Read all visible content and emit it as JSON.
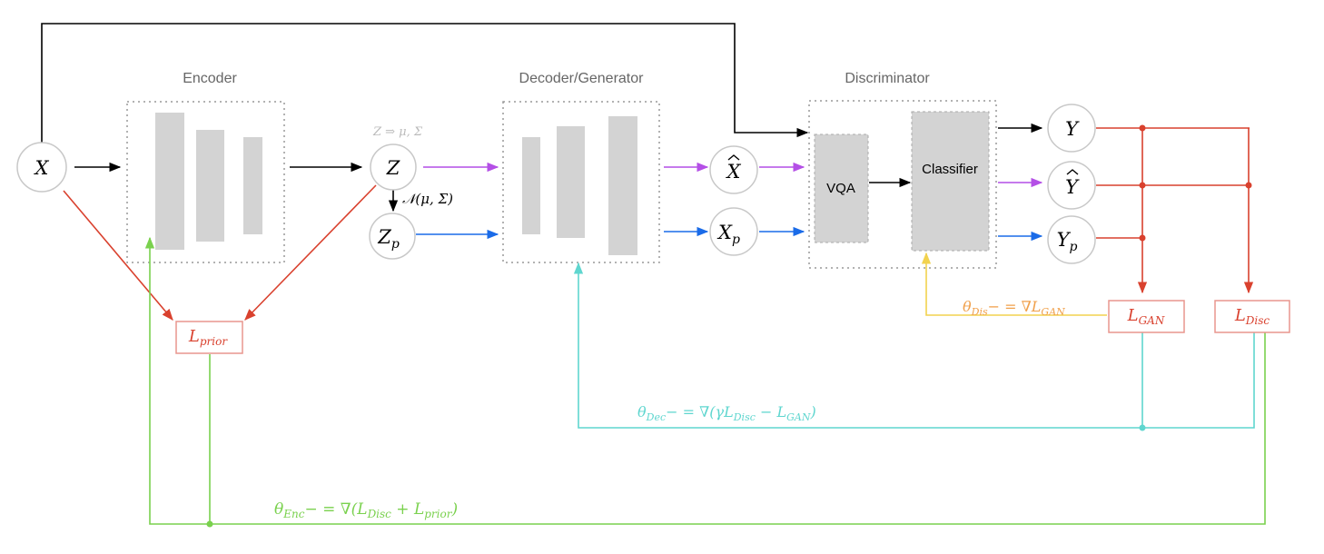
{
  "sections": {
    "encoder": "Encoder",
    "decoder": "Decoder/Generator",
    "discriminator": "Discriminator"
  },
  "nodes": {
    "x": "X",
    "z": "Z",
    "zp_main": "Z",
    "zp_sub": "p",
    "xhat": "X",
    "xp_main": "X",
    "xp_sub": "p",
    "y": "Y",
    "yhat": "Y",
    "yp_main": "Y",
    "yp_sub": "p"
  },
  "annotations": {
    "z_map": "Z ⇒ μ, Σ",
    "sampling": "𝒩(μ, Σ)"
  },
  "blocks": {
    "vqa": "VQA",
    "classifier": "Classifier"
  },
  "losses": {
    "prior_main": "L",
    "prior_sub": "prior",
    "gan_main": "L",
    "gan_sub": "GAN",
    "disc_main": "L",
    "disc_sub": "Disc"
  },
  "updates": {
    "dis": {
      "theta": "θ",
      "sub": "Dis",
      "rest": "− = ∇L",
      "loss_sub": "GAN"
    },
    "dec": {
      "theta": "θ",
      "sub": "Dec",
      "rest_a": "− = ∇(γL",
      "sub_a": "Disc",
      "rest_b": " − L",
      "sub_b": "GAN",
      "rest_c": ")"
    },
    "enc": {
      "theta": "θ",
      "sub": "Enc",
      "rest_a": "− = ∇(L",
      "sub_a": "Disc",
      "rest_b": " + L",
      "sub_b": "prior",
      "rest_c": ")"
    }
  },
  "colors": {
    "black": "#000000",
    "red": "#d9412e",
    "purple": "#b44fe6",
    "blue": "#1a6be8",
    "green": "#7ad14e",
    "cyan": "#5fd6cf",
    "yellow": "#f2d24e",
    "orange": "#f0a04b",
    "gray_text": "#bbbbbb"
  }
}
